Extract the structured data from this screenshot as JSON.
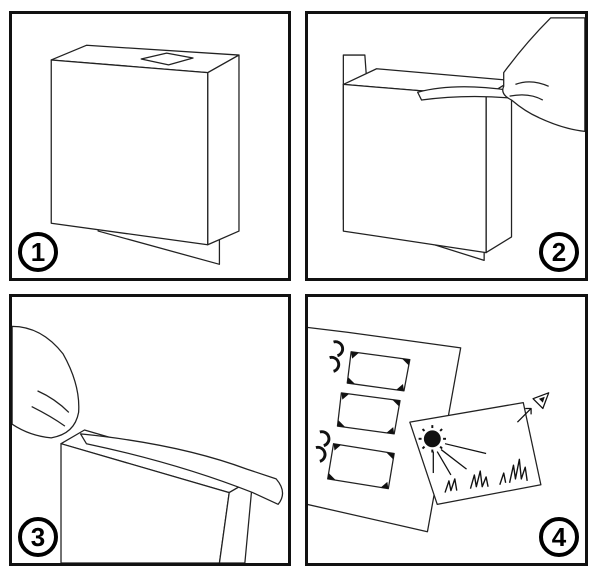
{
  "steps": [
    {
      "number": "1",
      "icon": "instant-film-pack-icon"
    },
    {
      "number": "2",
      "icon": "peel-tab-icon"
    },
    {
      "number": "3",
      "icon": "pull-strip-icon"
    },
    {
      "number": "4",
      "icon": "photo-album-icon"
    }
  ]
}
